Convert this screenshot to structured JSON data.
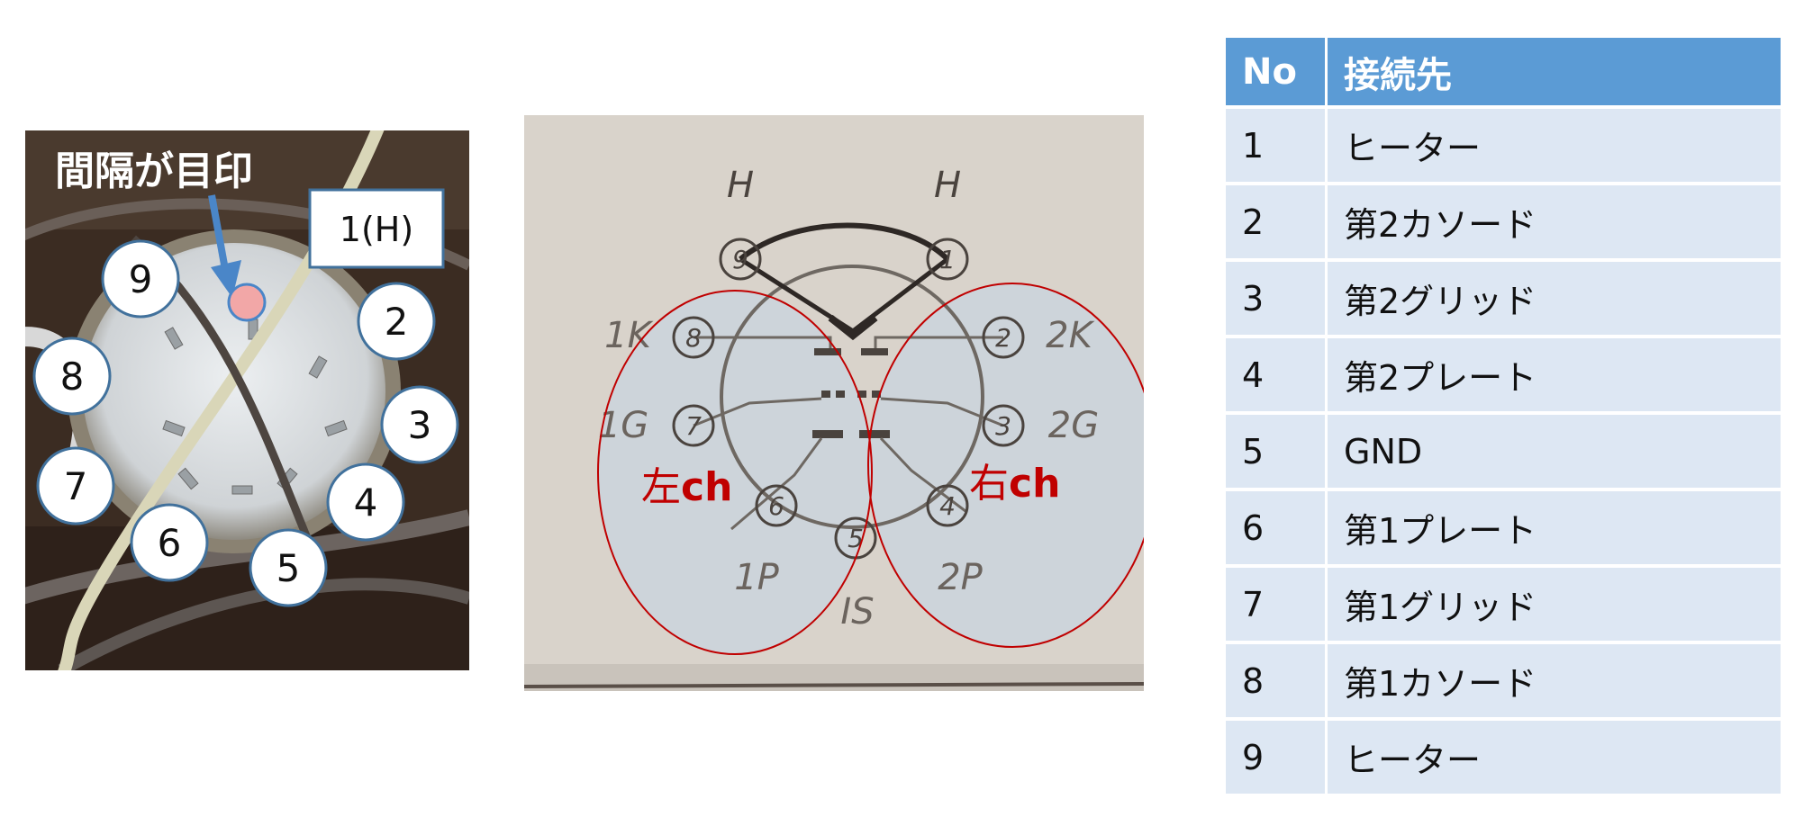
{
  "photo": {
    "annotation": "間隔が目印",
    "pin1_label": "1(H)",
    "pins": [
      "9",
      "2",
      "8",
      "3",
      "7",
      "4",
      "6",
      "5"
    ]
  },
  "diagram": {
    "left_channel": {
      "prefix": "左",
      "suffix": "ch"
    },
    "right_channel": {
      "prefix": "右",
      "suffix": "ch"
    },
    "pin_labels": {
      "h_left": "H",
      "h_right": "H",
      "p9": "9",
      "p1": "1",
      "p8": "8",
      "p2": "2",
      "p7": "7",
      "p3": "3",
      "p6": "6",
      "p4": "4",
      "p5": "5",
      "l8": "1K",
      "l2": "2K",
      "l7": "1G",
      "l3": "2G",
      "l6": "1P",
      "l4": "2P",
      "l5": "IS"
    }
  },
  "table": {
    "headers": [
      "No",
      "接続先"
    ],
    "rows": [
      [
        "1",
        "ヒーター"
      ],
      [
        "2",
        "第2カソード"
      ],
      [
        "3",
        "第2グリッド"
      ],
      [
        "4",
        "第2プレート"
      ],
      [
        "5",
        "GND"
      ],
      [
        "6",
        "第1プレート"
      ],
      [
        "7",
        "第1グリッド"
      ],
      [
        "8",
        "第1カソード"
      ],
      [
        "9",
        "ヒーター"
      ]
    ]
  },
  "colors": {
    "header_bg": "#5b9bd5",
    "row_bg": "#dde7f3",
    "ellipse_stroke": "#c00000",
    "arrow": "#4a86c8",
    "marker": "#f2a7a7"
  }
}
